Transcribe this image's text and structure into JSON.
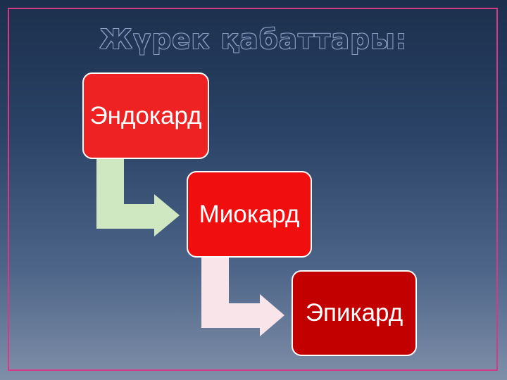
{
  "title": "Жүрек қабаттары:",
  "layers": [
    {
      "label": "Эндокард",
      "color": "#ee2222"
    },
    {
      "label": "Миокард",
      "color": "#f10e0e"
    },
    {
      "label": "Эпикард",
      "color": "#c30000"
    }
  ],
  "connector_colors": [
    "#cfe8c2",
    "#f9e4ea"
  ]
}
